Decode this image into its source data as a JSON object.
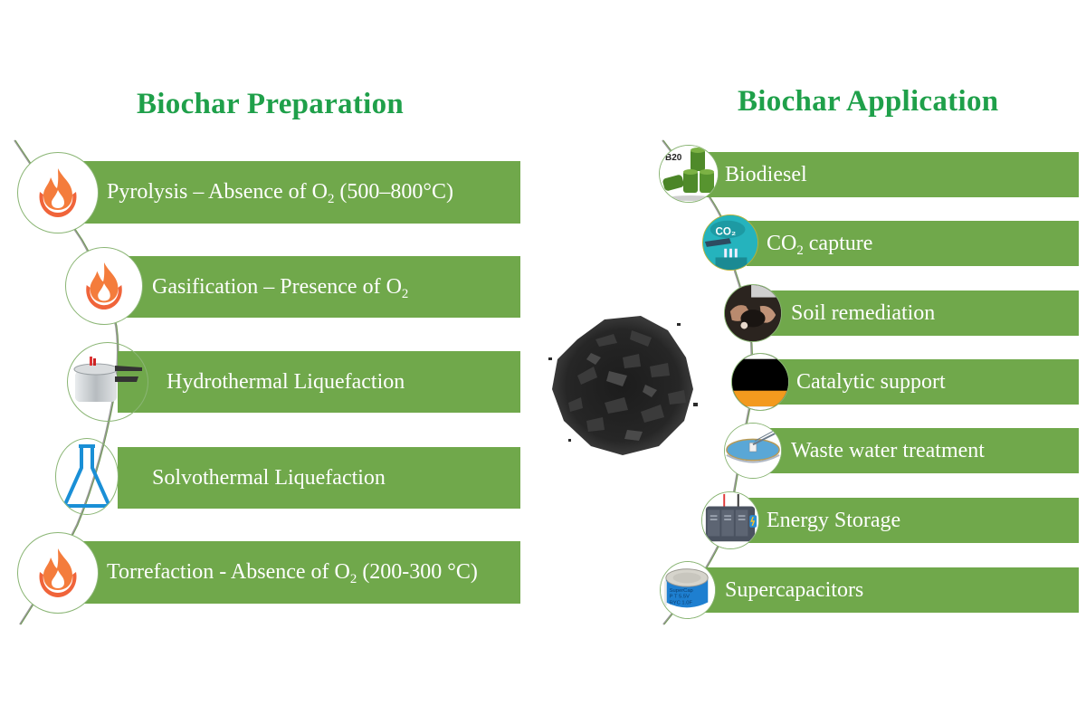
{
  "preparation": {
    "title": "Biochar Preparation",
    "items": [
      {
        "icon": "flame-icon",
        "label": "Pyrolysis – Absence of O",
        "sub": "2",
        "suffix": " (500–800°C)"
      },
      {
        "icon": "flame-icon",
        "label": "Gasification – Presence of O",
        "sub": "2",
        "suffix": ""
      },
      {
        "icon": "pressure-cooker-icon",
        "label": "Hydrothermal Liquefaction",
        "sub": "",
        "suffix": ""
      },
      {
        "icon": "flask-icon",
        "label": "Solvothermal Liquefaction",
        "sub": "",
        "suffix": ""
      },
      {
        "icon": "flame-icon",
        "label": "Torrefaction - Absence of O",
        "sub": "2",
        "suffix": " (200-300 °C)"
      }
    ]
  },
  "application": {
    "title": "Biochar Application",
    "items": [
      {
        "icon": "biodiesel-barrels-icon",
        "badge": "B20",
        "label": "Biodiesel",
        "sub": "",
        "suffix": ""
      },
      {
        "icon": "co2-factory-icon",
        "badge": "CO2",
        "label": "CO",
        "sub": "2",
        "suffix": " capture"
      },
      {
        "icon": "soil-hands-icon",
        "label": "Soil remediation",
        "sub": "",
        "suffix": ""
      },
      {
        "icon": "catalyst-layers-icon",
        "label": "Catalytic support",
        "sub": "",
        "suffix": ""
      },
      {
        "icon": "water-treatment-tank-icon",
        "label": "Waste water treatment",
        "sub": "",
        "suffix": ""
      },
      {
        "icon": "battery-storage-icon",
        "label": "Energy Storage",
        "sub": "",
        "suffix": ""
      },
      {
        "icon": "supercapacitor-icon",
        "label": "Supercapacitors",
        "sub": "",
        "suffix": ""
      }
    ]
  },
  "center_image": {
    "name": "biochar-pile"
  },
  "colors": {
    "title_green": "#1fa04a",
    "bar_green": "#70a84b",
    "flame_orange": "#f26b3a",
    "flask_blue": "#1a8fd6"
  }
}
